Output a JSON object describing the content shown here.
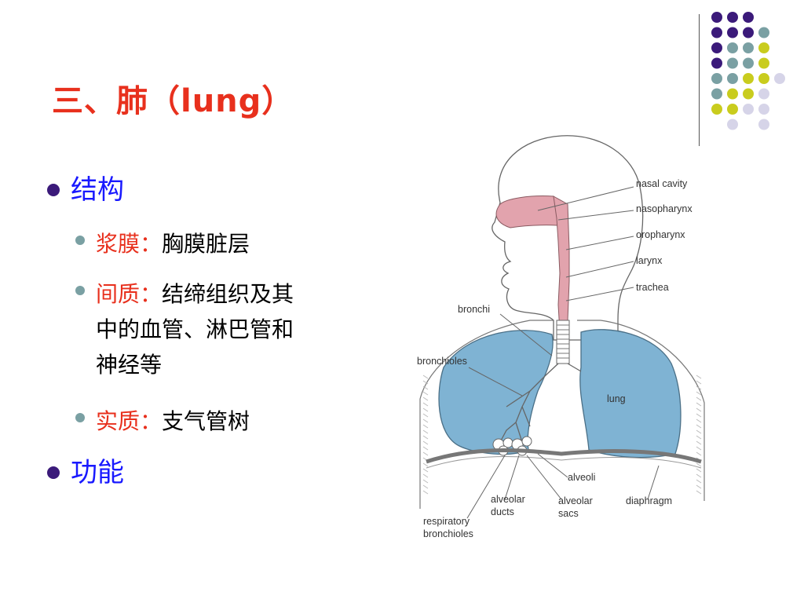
{
  "title": "三、肺（lung）",
  "bullets": {
    "structure": "结构",
    "serosa_label": "浆膜：",
    "serosa_text": "胸膜脏层",
    "interstitium_label": "间质：",
    "interstitium_line1": "结缔组织及其",
    "interstitium_line2": "中的血管、淋巴管和",
    "interstitium_line3": "神经等",
    "parenchyma_label": "实质：",
    "parenchyma_text": "支气管树",
    "function": "功能"
  },
  "diagram_labels": {
    "nasal_cavity": "nasal  cavity",
    "nasopharynx": "nasopharynx",
    "oropharynx": "oropharynx",
    "larynx": "larynx",
    "trachea": "trachea",
    "bronchi": "bronchi",
    "bronchioles": "bronchioles",
    "lung": "lung",
    "alveoli": "alveoli",
    "alveolar_ducts_1": "alveolar",
    "alveolar_ducts_2": "ducts",
    "alveolar_sacs_1": "alveolar",
    "alveolar_sacs_2": "sacs",
    "diaphragm": "diaphragm",
    "respiratory_bronchioles_1": "respiratory",
    "respiratory_bronchioles_2": "bronchioles"
  },
  "colors": {
    "title": "#e8301d",
    "level1_text": "#1919ff",
    "level1_bullet": "#3b1a7a",
    "level2_bullet": "#7aa0a3",
    "lung_fill": "#7fb3d3",
    "airway_fill": "#e2a3ad",
    "dot_purple": "#3b1a7a",
    "dot_teal": "#7aa0a3",
    "dot_yellow": "#c9cc1e",
    "dot_lavender": "#d6d4e8"
  }
}
